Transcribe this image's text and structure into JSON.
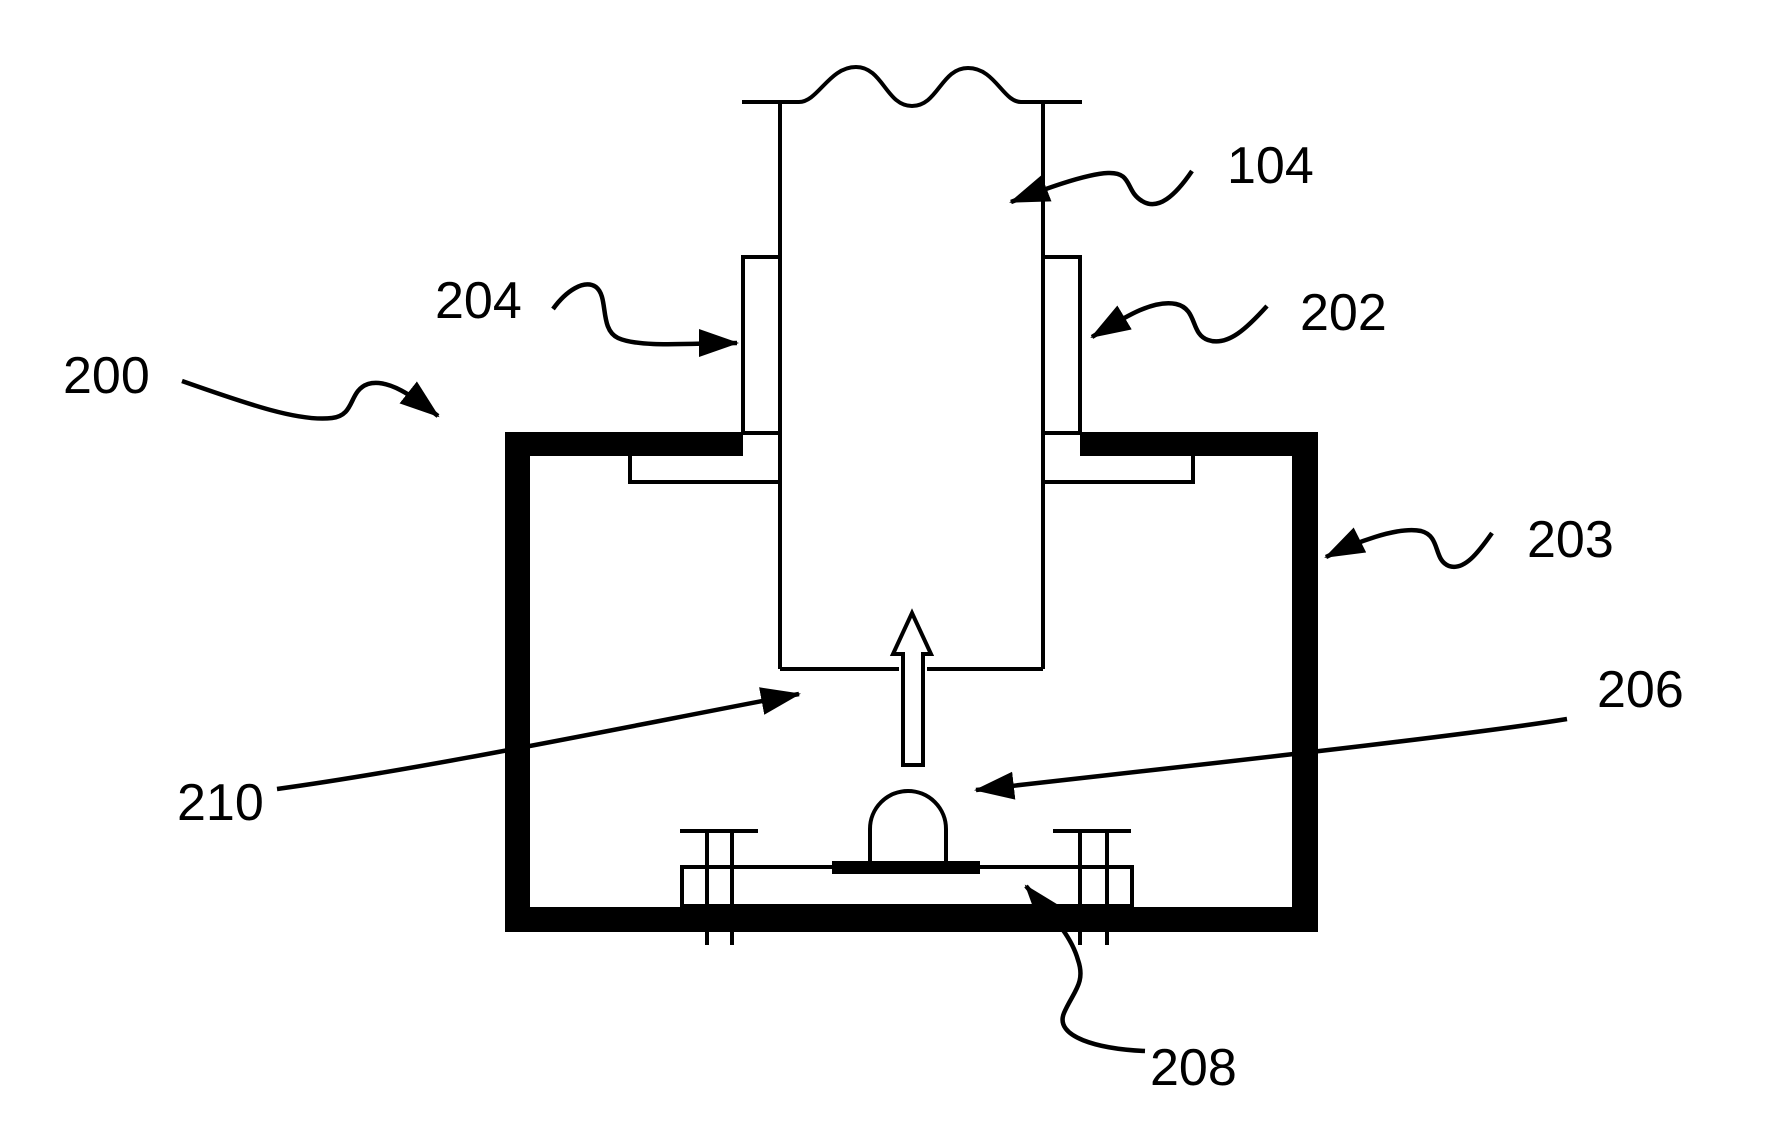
{
  "figure": {
    "background_color": "#ffffff",
    "line_color": "#000000",
    "reference_labels": {
      "r200": "200",
      "r104": "104",
      "r204": "204",
      "r202": "202",
      "r203": "203",
      "r206": "206",
      "r210": "210",
      "r208": "208"
    }
  }
}
